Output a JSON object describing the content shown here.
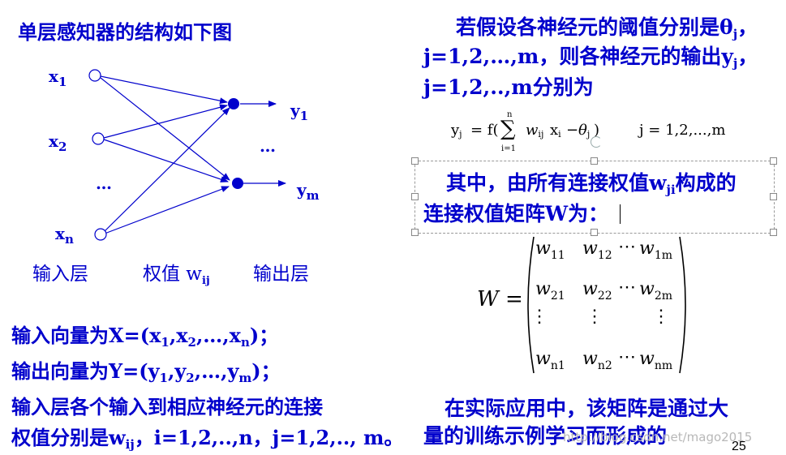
{
  "left": {
    "title": "单层感知器的结构如下图",
    "nodes": {
      "x1": "x",
      "x1_sub": "1",
      "x2": "x",
      "x2_sub": "2",
      "xdots": "…",
      "xn": "x",
      "xn_sub": "n",
      "y1": "y",
      "y1_sub": "1",
      "ydots": "…",
      "ym": "y",
      "ym_sub": "m"
    },
    "layer_labels": {
      "input": "输入层",
      "weight": "权值 w",
      "weight_sub": "ij",
      "output": "输出层"
    },
    "lines": [
      {
        "pre": "输入向量为X=(x",
        "s1": "1",
        "m1": ",x",
        "s2": "2",
        "m2": ",…,x",
        "s3": "n",
        "post": ")；"
      },
      {
        "pre": "输出向量为Y=(y",
        "s1": "1",
        "m1": ",y",
        "s2": "2",
        "m2": ",…,y",
        "s3": "m",
        "post": ")；"
      }
    ],
    "para": {
      "line1": "输入层各个输入到相应神经元的连接",
      "line2_pre": "权值分别是w",
      "line2_sub": "ij",
      "line2_post": "，i=1,2,..,n，j=1,2,.., m。"
    }
  },
  "right": {
    "intro": {
      "line1_pre": "若假设各神经元的阈值分别是θ",
      "line1_sub": "j",
      "line1_post": "，",
      "line2_pre": "j=1,2,…,m，则各神经元的输出y",
      "line2_sub": "j",
      "line2_post": "，",
      "line3": "j=1,2,..,m分别为"
    },
    "formula": {
      "lhs": "y",
      "lhs_sub": "j",
      "eq": "= f(",
      "sum_top": "n",
      "sum_sym": "∑",
      "sum_bot": "i=1",
      "term_w": "w",
      "term_w_sub": "ij",
      "term_x": "x",
      "term_x_sub": "i",
      "minus": "−",
      "theta": "θ",
      "theta_sub": "j",
      "close": ")",
      "range": "j = 1,2,...,m"
    },
    "box": {
      "line1_pre": "其中，由所有连接权值w",
      "line1_sub": "ji",
      "line1_post": "构成的",
      "line2": "连接权值矩阵W为："
    },
    "matrix": {
      "lhs": "W =",
      "cells": {
        "w11": "w",
        "w11_sub": "11",
        "w12": "w",
        "w12_sub": "12",
        "w1m_dots": "⋯",
        "w1m": "w",
        "w1m_sub": "1m",
        "w21": "w",
        "w21_sub": "21",
        "w22": "w",
        "w22_sub": "22",
        "w2m_dots": "⋯",
        "w2m": "w",
        "w2m_sub": "2m",
        "vdots": "⋮",
        "wn1": "w",
        "wn1_sub": "n1",
        "wn2": "w",
        "wn2_sub": "n2",
        "wnm_dots": "⋯",
        "wnm": "w",
        "wnm_sub": "nm"
      }
    },
    "outro": {
      "line1": "在实际应用中，该矩阵是通过大",
      "line2": "量的训练示例学习而形成的"
    }
  },
  "watermark": "http://blog.csdn.net/mago2015",
  "page_number": "25",
  "colors": {
    "text": "#0000cc",
    "math": "#000000"
  }
}
